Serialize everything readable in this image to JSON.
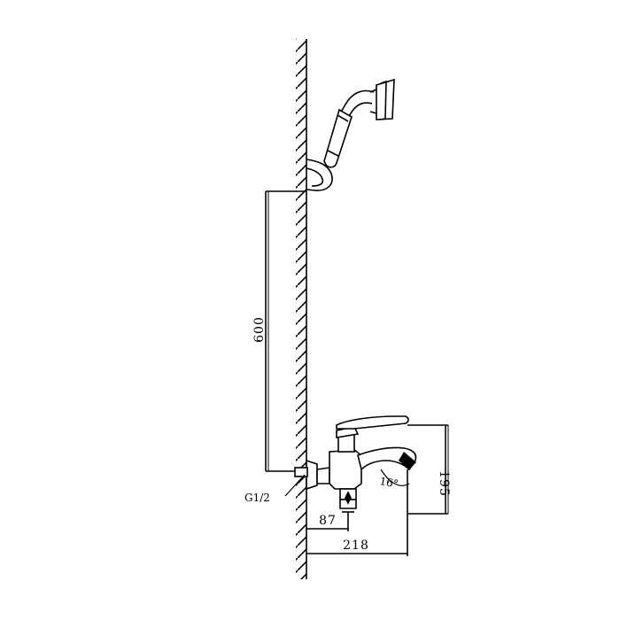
{
  "diagram": {
    "dimensions": {
      "hose_height": "600",
      "spout_height": "195",
      "body_projection": "87",
      "spout_reach": "218",
      "spout_angle": "16°"
    },
    "labels": {
      "inlet_thread": "G1/2"
    },
    "colors": {
      "line": "#000000",
      "background": "#ffffff"
    }
  }
}
